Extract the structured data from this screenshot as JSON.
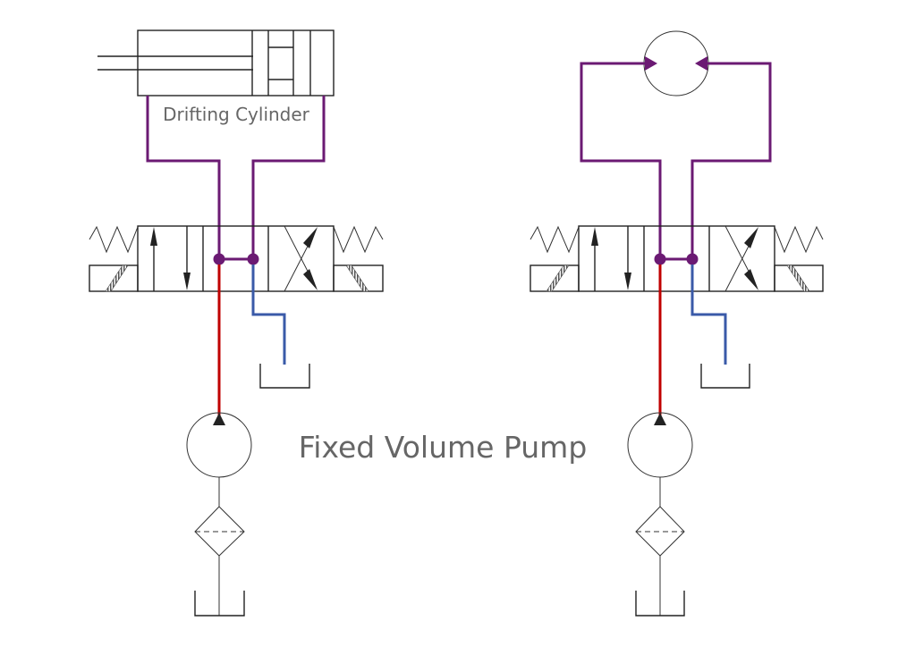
{
  "labels": {
    "cylinder": "Drifting Cylinder",
    "pump": "Fixed Volume Pump"
  },
  "colors": {
    "work_line": "#6b1a73",
    "pressure_line": "#c00000",
    "return_line": "#3a5aa8",
    "symbol_stroke": "#222222",
    "label": "#666666"
  },
  "circuits": [
    {
      "name": "cylinder-circuit",
      "actuator": "double-acting cylinder"
    },
    {
      "name": "motor-circuit",
      "actuator": "bidirectional hydraulic motor"
    }
  ]
}
